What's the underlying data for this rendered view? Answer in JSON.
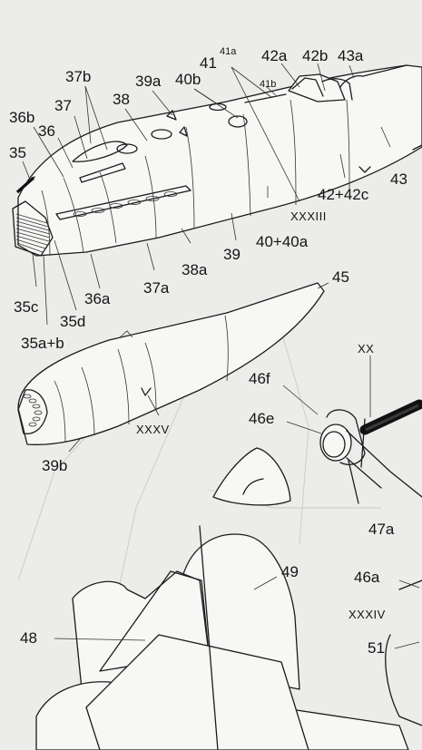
{
  "labels": {
    "l35": "35",
    "l35a_b": "35a+b",
    "l35c": "35c",
    "l35d": "35d",
    "l36": "36",
    "l36a": "36a",
    "l36b": "36b",
    "l37": "37",
    "l37a": "37a",
    "l37b": "37b",
    "l38": "38",
    "l38a": "38a",
    "l39": "39",
    "l39a": "39a",
    "l39b": "39b",
    "l40_40a": "40+40a",
    "l40b": "40b",
    "l41": "41",
    "l41a": "41a",
    "l41b": "41b",
    "l42a": "42a",
    "l42b": "42b",
    "l42_42c": "42+42c",
    "l43": "43",
    "l43a": "43a",
    "l45": "45",
    "l46a": "46a",
    "l46e": "46e",
    "l46f": "46f",
    "l47a": "47a",
    "l48": "48",
    "l49": "49",
    "l51": "51",
    "rXX": "XX",
    "rXXXIII": "XXXIII",
    "rXXXIV": "XXXIV",
    "rXXXV": "XXXV"
  }
}
